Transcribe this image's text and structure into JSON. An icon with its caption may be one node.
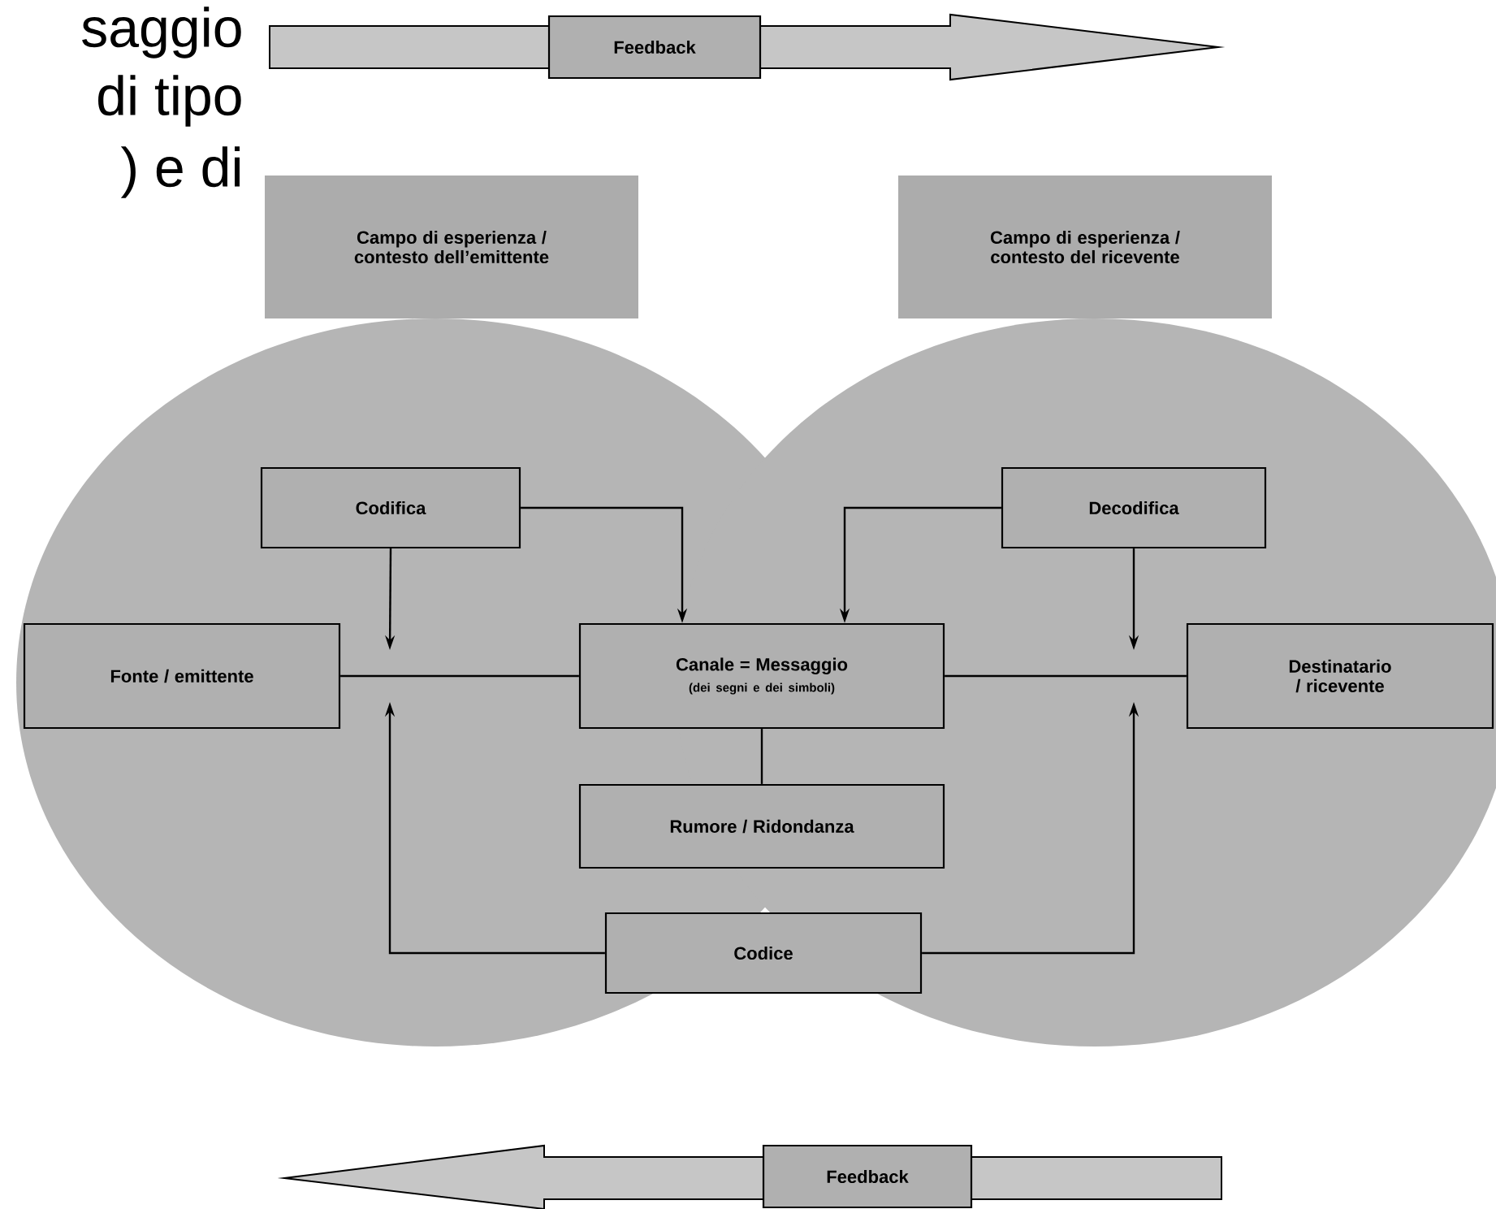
{
  "diagram": {
    "nodes": [
      {
        "text": [
          "Feedback"
        ]
      },
      {
        "text": [
          "Campo di esperienza / contesto dell’emittente"
        ]
      },
      {
        "text": [
          "Campo di esperienza / contesto del ricevente"
        ]
      },
      {
        "text": [
          "Codifica"
        ]
      },
      {
        "text": [
          "Decodifica"
        ]
      },
      {
        "text": [
          "Fonte / emittente"
        ]
      },
      {
        "text": [
          "Canale = Messaggio",
          "(dei segni e dei simboli)"
        ]
      },
      {
        "text": [
          "Destinatario / ricevente"
        ]
      },
      {
        "text": [
          "Rumore / Ridondanza"
        ]
      },
      {
        "text": [
          "Codice"
        ]
      },
      {
        "text": [
          "Feedback"
        ]
      }
    ],
    "edges": [
      {
        "from": 5,
        "to": 6,
        "arrow": "none"
      },
      {
        "from": 6,
        "to": 7,
        "arrow": "none"
      },
      {
        "from": 3,
        "to": 6,
        "arrow": "to"
      },
      {
        "from": 4,
        "to": 6,
        "arrow": "to"
      },
      {
        "from": 3,
        "to": null,
        "arrow": "to"
      },
      {
        "from": 4,
        "to": null,
        "arrow": "to"
      },
      {
        "from": 9,
        "to": null,
        "arrow": "to"
      },
      {
        "from": 9,
        "to": null,
        "arrow": "to"
      },
      {
        "from": 6,
        "to": 8,
        "arrow": "none"
      }
    ],
    "labels": [
      "saggio",
      "di tipo",
      ") e di"
    ]
  }
}
